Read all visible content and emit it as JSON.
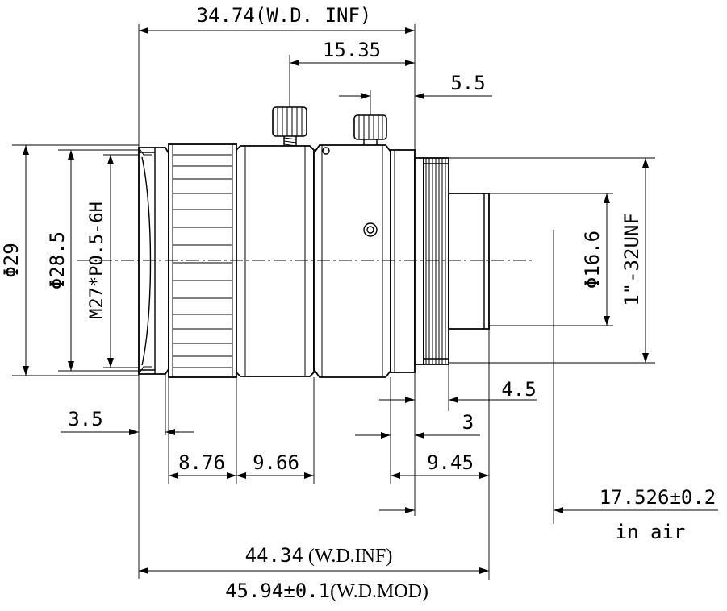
{
  "dimensions": {
    "top_total": "34.74(W.D. INF)",
    "top_15": "15.35",
    "top_55": "5.5",
    "dia29": "Φ29",
    "dia285": "Φ28.5",
    "thread_filter": "M27*P0.5-6H",
    "dia166": "Φ16.6",
    "thread_mount": "1\"-32UNF",
    "d45": "4.5",
    "d3": "3",
    "d35": "3.5",
    "d876": "8.76",
    "d966": "9.66",
    "d945": "9.45",
    "flange": "17.526±0.2",
    "in_air": "in air",
    "total_inf_value": "44.34",
    "total_inf_note": "(W.D.INF)",
    "total_mod_value": "45.94±0.1",
    "total_mod_note": "(W.D.MOD)"
  }
}
